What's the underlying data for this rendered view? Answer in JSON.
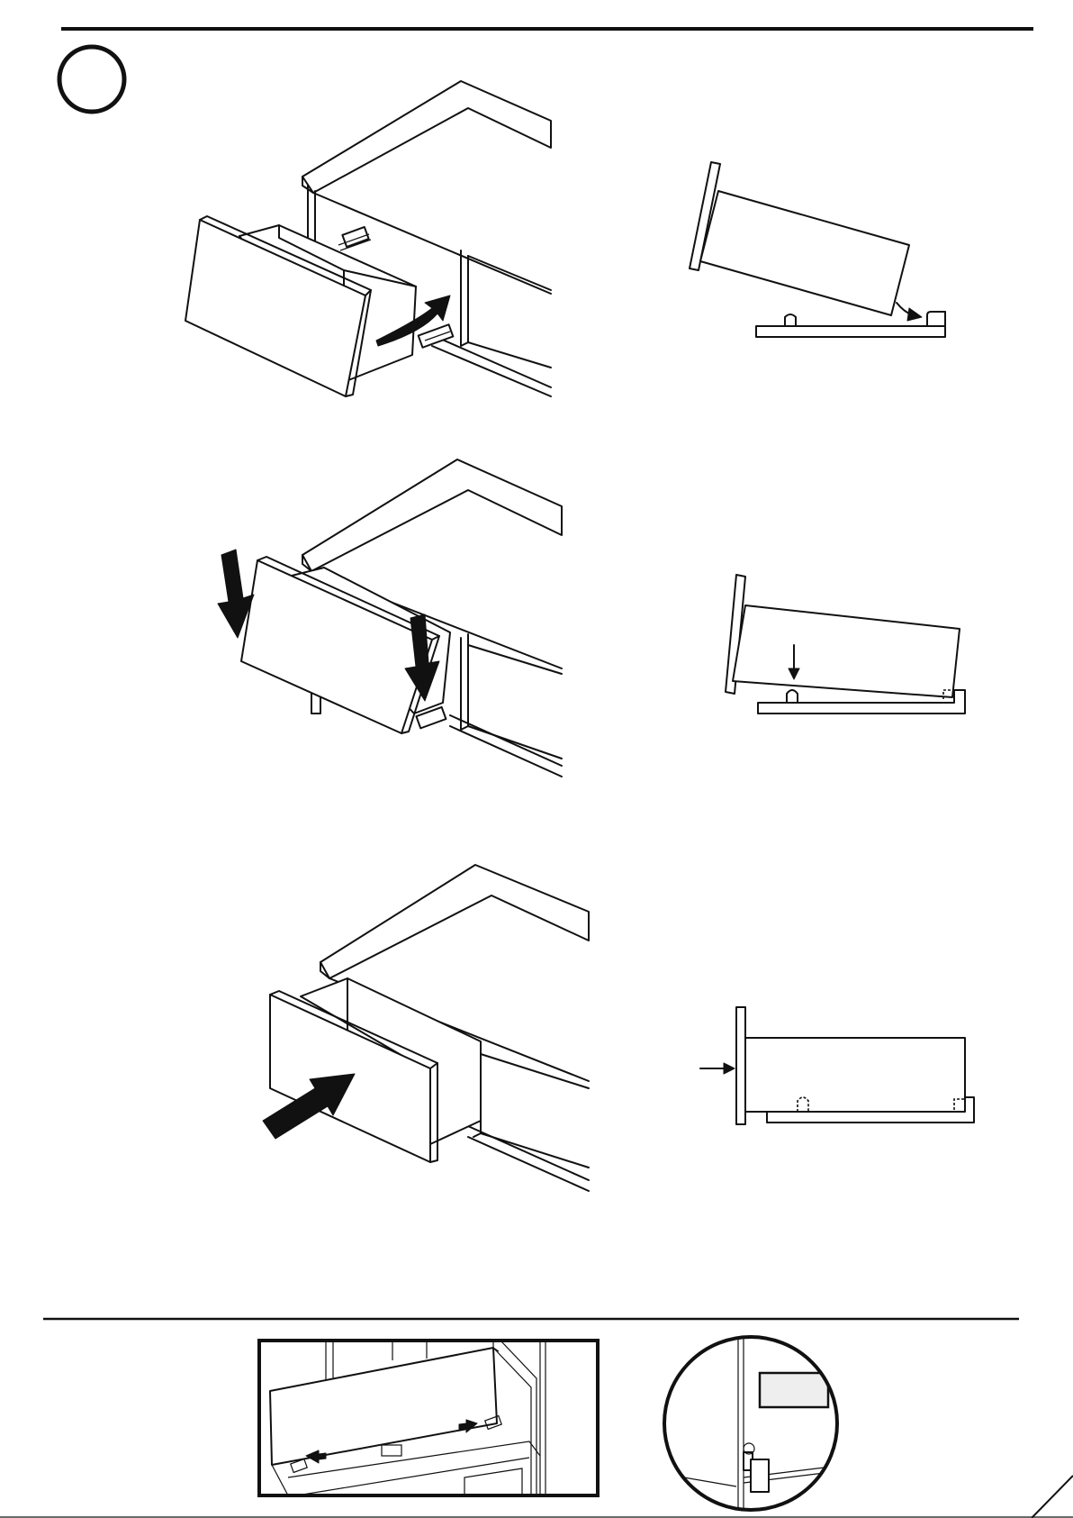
{
  "page": {
    "step_number": "",
    "steps": [
      {
        "id": "tilt-insert"
      },
      {
        "id": "press-down"
      },
      {
        "id": "push-in"
      }
    ],
    "detail_panels": [
      "drawer-underside-view",
      "latch-closeup"
    ]
  }
}
